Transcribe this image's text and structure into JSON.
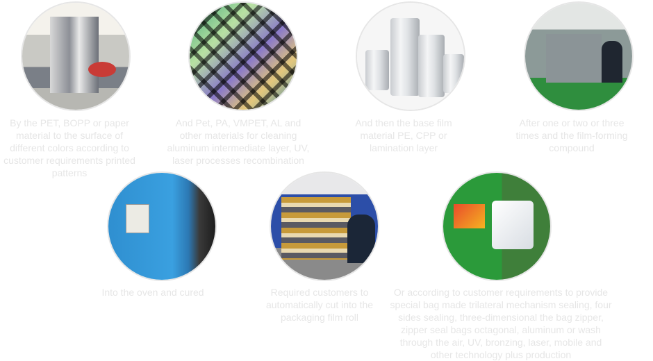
{
  "steps": [
    {
      "caption": "By the PET, BOPP or paper material to the surface of different colors according to customer requirements printed patterns",
      "image": "printing-machine"
    },
    {
      "caption": "And Pet, PA, VMPET, AL and other materials for cleaning aluminum intermediate layer, UV, laser processes recombination",
      "image": "holographic-film"
    },
    {
      "caption": "And then the base film material PE, CPP or lamination layer",
      "image": "film-rolls"
    },
    {
      "caption": "After one or two or three times and the film-forming compound",
      "image": "laminating-machine"
    },
    {
      "caption": "Into the oven and cured",
      "image": "curing-oven"
    },
    {
      "caption": "Required customers to automatically cut into the packaging film roll",
      "image": "slitting-machine"
    },
    {
      "caption": "Or according to customer requirements to provide special bag made trilateral mechanism sealing, four sides sealing, three-dimensional the bag zipper, zipper seal bags octagonal, aluminum or wash through the air, UV, bronzing, laser, mobile and other technology plus production",
      "image": "packaging-bags"
    }
  ]
}
